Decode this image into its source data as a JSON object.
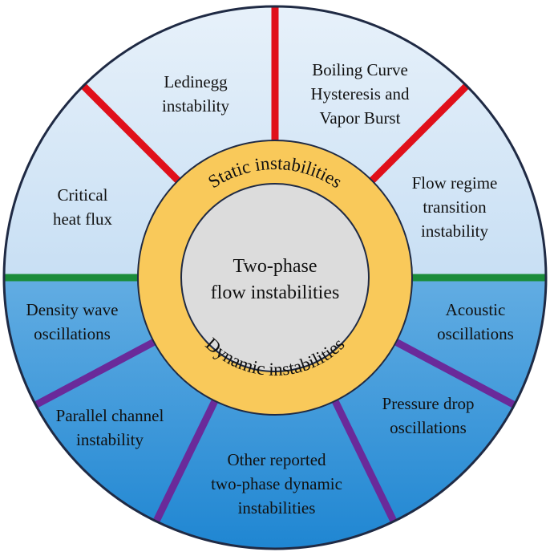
{
  "center": {
    "line1": "Two-phase",
    "line2": "flow instabilities"
  },
  "ring": {
    "top": "Static instabilities",
    "bottom": "Dynamic instabilities"
  },
  "static_segments": [
    {
      "lines": [
        "Critical",
        "heat flux"
      ]
    },
    {
      "lines": [
        "Ledinegg",
        "instability"
      ]
    },
    {
      "lines": [
        "Boiling Curve",
        "Hysteresis and",
        "Vapor Burst"
      ]
    },
    {
      "lines": [
        "Flow regime",
        "transition",
        "instability"
      ]
    }
  ],
  "dynamic_segments": [
    {
      "lines": [
        "Density wave",
        "oscillations"
      ]
    },
    {
      "lines": [
        "Parallel channel",
        "instability"
      ]
    },
    {
      "lines": [
        "Other reported",
        "two-phase dynamic",
        "instabilities"
      ]
    },
    {
      "lines": [
        "Pressure drop",
        "oscillations"
      ]
    },
    {
      "lines": [
        "Acoustic",
        "oscillations"
      ]
    }
  ],
  "colors": {
    "outline": "#1f2a44",
    "static_divider": "#e0101a",
    "dynamic_divider": "#6a2a9a",
    "equator": "#1a8c3a",
    "ring": "#f9c95a",
    "center": "#dcdcdc",
    "top_gradient_top": "#e7f1fa",
    "top_gradient_bottom": "#a9cdee",
    "bottom_gradient_top": "#9fd1f3",
    "bottom_gradient_bottom": "#1f86d2"
  }
}
